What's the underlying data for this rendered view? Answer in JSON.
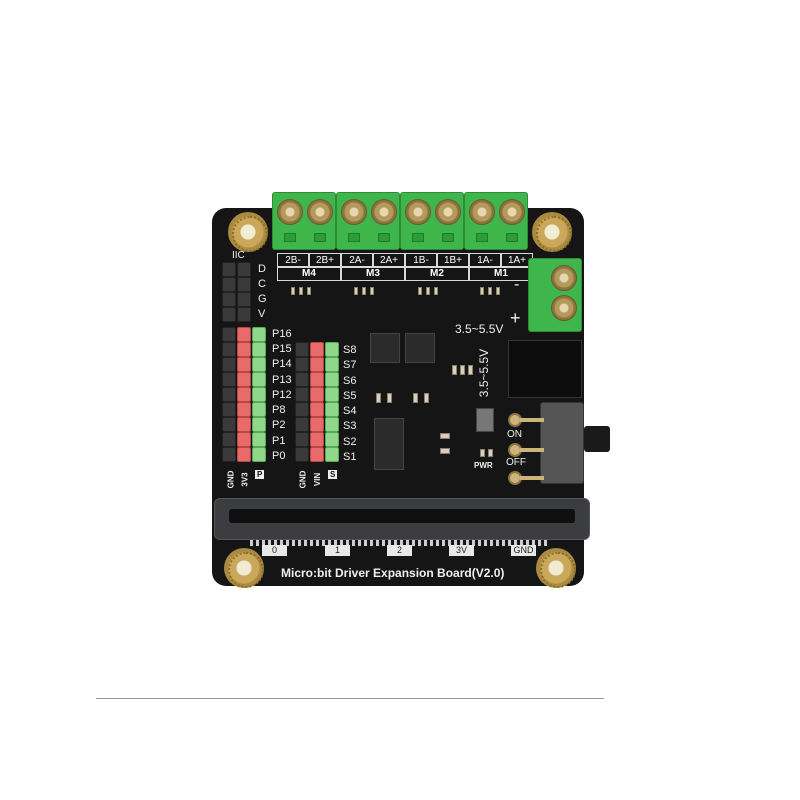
{
  "board": {
    "title": "Micro:bit Driver Expansion Board(V2.0)",
    "colors": {
      "pcb": "#151515",
      "terminal": "#3fb64b",
      "header_red": "#e86a6a",
      "header_green": "#8fd88a",
      "header_black": "#3a3a3a",
      "gold": "#caa85a"
    }
  },
  "motor_terminals": {
    "pins": [
      "2B-",
      "2B+",
      "2A-",
      "2A+",
      "1B-",
      "1B+",
      "1A-",
      "1A+"
    ],
    "motors": [
      "M4",
      "M3",
      "M2",
      "M1"
    ]
  },
  "power_terminal": {
    "minus": "-",
    "plus": "+",
    "voltage_label": "3.5~5.5V"
  },
  "dc_jack": {
    "voltage_label": "3.5~5.5V"
  },
  "power_switch": {
    "on_label": "ON",
    "off_label": "OFF",
    "led_label": "PWR"
  },
  "iic_header": {
    "title": "IIC",
    "pins": [
      "D",
      "C",
      "G",
      "V"
    ]
  },
  "p_header": {
    "pins": [
      "P16",
      "P15",
      "P14",
      "P13",
      "P12",
      "P8",
      "P2",
      "P1",
      "P0"
    ],
    "footer": [
      "GND",
      "3V3",
      "P"
    ]
  },
  "s_header": {
    "pins": [
      "S8",
      "S7",
      "S6",
      "S5",
      "S4",
      "S3",
      "S2",
      "S1"
    ],
    "footer": [
      "GND",
      "VIN",
      "S"
    ]
  },
  "edge_connector": {
    "labels": [
      "0",
      "1",
      "2",
      "3V",
      "GND"
    ]
  }
}
